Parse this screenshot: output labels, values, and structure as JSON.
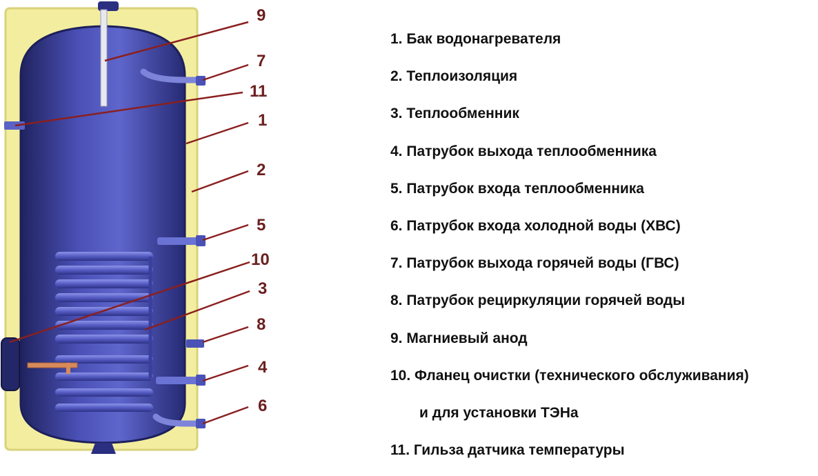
{
  "colors": {
    "insulation": "#f3ee9f",
    "insulation_edge": "#d9d27a",
    "tank": "#3b3f9e",
    "tank_dark": "#24276e",
    "coil": "#5b63c8",
    "callout": "#6b1f1f",
    "copper": "#d98a5a"
  },
  "callouts": [
    "9",
    "7",
    "11",
    "1",
    "2",
    "5",
    "10",
    "3",
    "8",
    "4",
    "6"
  ],
  "legend": [
    "1. Бак водонагревателя",
    "2. Теплоизоляция",
    "3. Теплообменник",
    "4. Патрубок выхода теплообменника",
    "5. Патрубок входа теплообменника",
    "6. Патрубок входа холодной воды (ХВС)",
    "7. Патрубок выхода горячей воды (ГВС)",
    "8. Патрубок рециркуляции горячей воды",
    "9. Магниевый анод",
    "10. Фланец очистки  (технического обслуживания)",
    "и  для  установки ТЭНа",
    "11. Гильза датчика температуры"
  ]
}
